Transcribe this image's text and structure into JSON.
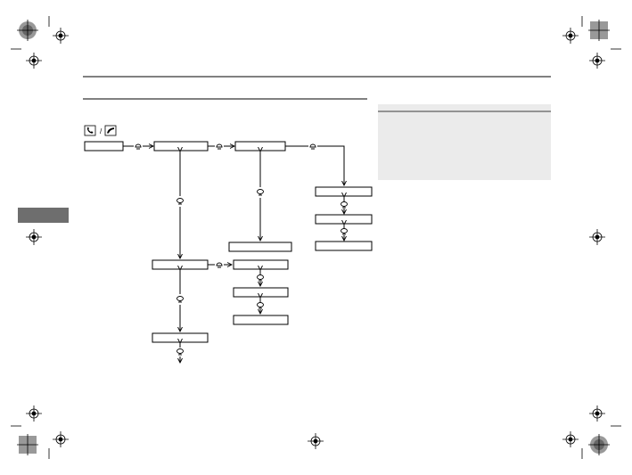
{
  "colors": {
    "ink": "#000000",
    "side_tab": "#6e6e6e",
    "info_panel": "#ebebeb",
    "info_panel_rule": "#000000",
    "registration_fill": "#888888"
  },
  "icons": {
    "header": [
      "phone-handset-icon",
      "phone-hangup-icon"
    ],
    "flow_arrow": [
      "pick-up-button-icon",
      "dial-knob-icon"
    ],
    "margin_marks": [
      "registration-target-icon",
      "crop-mark"
    ]
  },
  "diagram": {
    "type": "flow",
    "nodes": 13,
    "levels": [
      "level-1",
      "level-2",
      "level-3"
    ]
  }
}
